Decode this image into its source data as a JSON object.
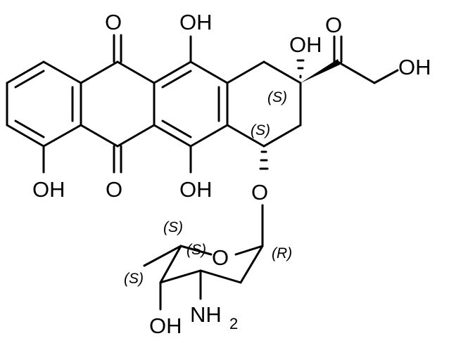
{
  "diagram": {
    "type": "chemical-structure",
    "atoms": {
      "o_quinone_top": "O",
      "oh_c11": "OH",
      "oh_c9": "OH",
      "o_ketone": "O",
      "oh_side_chain": "OH",
      "oh_c4": "OH",
      "o_quinone_bottom": "O",
      "oh_c6": "OH",
      "o_glycosidic": "O",
      "o_sugar_ring": "O",
      "oh_sugar": "OH",
      "nh2_sugar": "NH",
      "nh2_subscript": "2"
    },
    "stereo_labels": {
      "c9": "(S)",
      "c7": "(S)",
      "sugar_c5": "(S)",
      "sugar_c4": "(S)",
      "sugar_c3": "(S)",
      "sugar_c1": "(R)"
    }
  }
}
